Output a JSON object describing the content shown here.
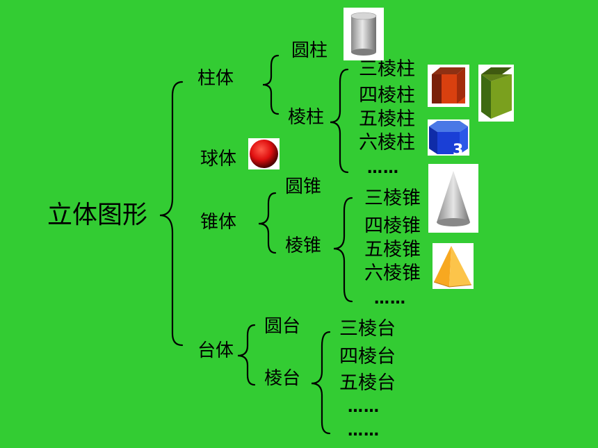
{
  "root": "立体图形",
  "prism_group": {
    "label": "柱体",
    "cylinder": "圆柱",
    "prism": "棱柱",
    "items": [
      "三棱柱",
      "四棱柱",
      "五棱柱",
      "六棱柱",
      "……"
    ]
  },
  "sphere": "球体",
  "cone_group": {
    "label": "锥体",
    "cone": "圆锥",
    "pyramid": "棱锥",
    "items": [
      "三棱锥",
      "四棱锥",
      "五棱锥",
      "六棱锥",
      "……"
    ]
  },
  "frustum_group": {
    "label": "台体",
    "round": "圆台",
    "prismatic": "棱台",
    "items": [
      "三棱台",
      "四棱台",
      "五棱台",
      "……",
      "……"
    ]
  },
  "hex_prism_label": "3",
  "colors": {
    "background": "#33cc33",
    "cube_red": "#d9400f",
    "prism_green": "#7aa01e",
    "hex_blue": "#1a3fd6",
    "sphere_red": "#e01010",
    "pyramid_orange": "#f7a820"
  }
}
